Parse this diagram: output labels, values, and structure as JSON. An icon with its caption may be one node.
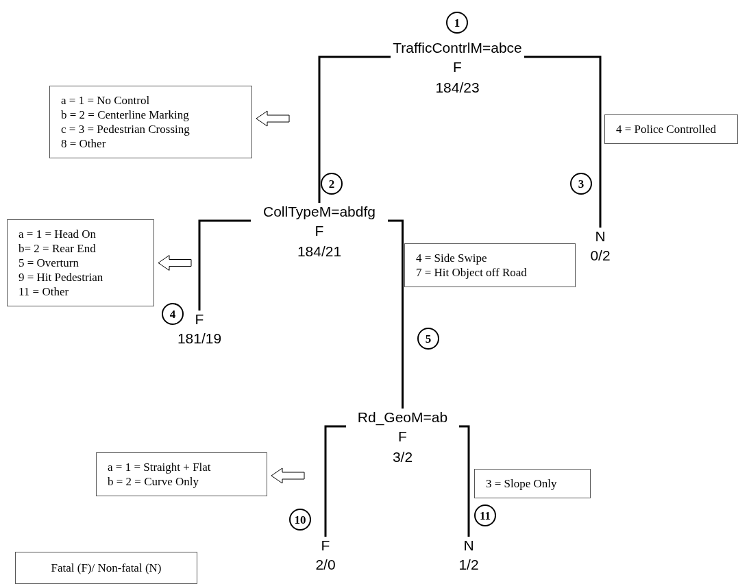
{
  "diagram": {
    "nodes": [
      {
        "text": [
          "1"
        ]
      },
      {
        "text": [
          "TrafficContrlM=abce",
          "F",
          "184/23"
        ]
      },
      {
        "text": [
          "a = 1 = No Control",
          "b = 2 = Centerline Marking",
          "c = 3 = Pedestrian Crossing",
          "8 = Other"
        ]
      },
      {
        "text": [
          "4 = Police Controlled"
        ]
      },
      {
        "text": [
          "2"
        ]
      },
      {
        "text": [
          "3"
        ]
      },
      {
        "text": [
          "CollTypeM=abdfg",
          "F",
          "184/21"
        ]
      },
      {
        "text": [
          "N",
          "0/2"
        ]
      },
      {
        "text": [
          "a = 1 = Head On",
          "b= 2 = Rear End",
          "5 = Overturn",
          "9 = Hit Pedestrian",
          "11 = Other"
        ]
      },
      {
        "text": [
          "4 = Side Swipe",
          "7 = Hit Object off Road"
        ]
      },
      {
        "text": [
          "4"
        ]
      },
      {
        "text": [
          "F",
          "181/19"
        ]
      },
      {
        "text": [
          "5"
        ]
      },
      {
        "text": [
          "Rd_GeoM=ab",
          "F",
          "3/2"
        ]
      },
      {
        "text": [
          "a = 1 = Straight + Flat",
          "b = 2 = Curve Only"
        ]
      },
      {
        "text": [
          "3 = Slope Only"
        ]
      },
      {
        "text": [
          "10"
        ]
      },
      {
        "text": [
          "11"
        ]
      },
      {
        "text": [
          "F",
          "2/0"
        ]
      },
      {
        "text": [
          "N",
          "1/2"
        ]
      },
      {
        "text": [
          "Fatal (F)/ Non-fatal (N)"
        ]
      }
    ],
    "edges": [
      {
        "from": 1,
        "to": 6,
        "arrow": "none"
      },
      {
        "from": 1,
        "to": 7,
        "arrow": "none"
      },
      {
        "from": 6,
        "to": 11,
        "arrow": "none"
      },
      {
        "from": 6,
        "to": 13,
        "arrow": "none"
      },
      {
        "from": 13,
        "to": 18,
        "arrow": "none"
      },
      {
        "from": 13,
        "to": 19,
        "arrow": "none"
      },
      {
        "from": null,
        "to": 2,
        "arrow": "to"
      },
      {
        "from": null,
        "to": 8,
        "arrow": "to"
      },
      {
        "from": null,
        "to": 14,
        "arrow": "to"
      }
    ]
  }
}
